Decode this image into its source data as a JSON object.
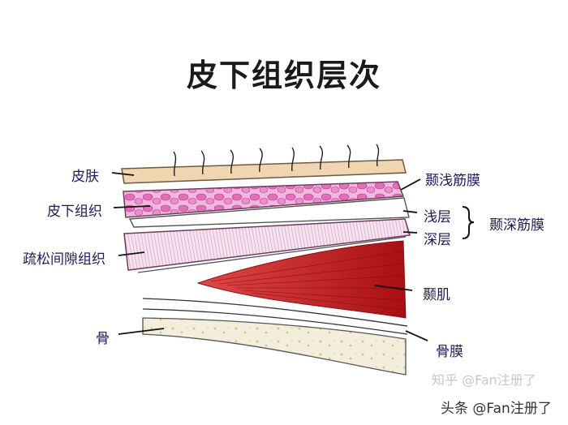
{
  "title": "皮下组织层次",
  "labels": {
    "skin": "皮肤",
    "subcutaneous": "皮下组织",
    "loose_areolar": "疏松间隙组织",
    "bone": "骨",
    "superficial_temporal_fascia": "颞浅筋膜",
    "superficial_layer": "浅层",
    "deep_layer": "深层",
    "deep_temporal_fascia": "颞深筋膜",
    "temporalis": "颞肌",
    "periosteum": "骨膜"
  },
  "watermark": {
    "zhihu": "知乎 @Fan注册了",
    "toutiao": "头条 @Fan注册了"
  },
  "colors": {
    "skin": "#f0d6b0",
    "fat": "#e77fc0",
    "muscle": "#c21d1d",
    "bone": "#f1ecd6",
    "label": "#1e1a5a"
  }
}
